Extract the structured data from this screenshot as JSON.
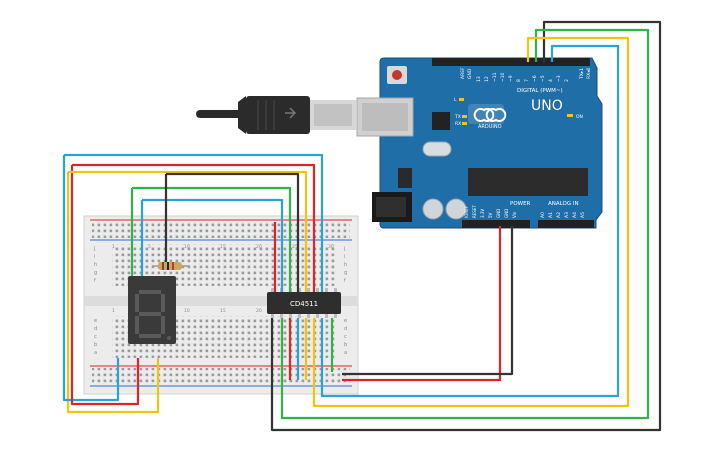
{
  "canvas": {
    "background": "#ffffff"
  },
  "colors": {
    "arduino_board": "#1f6ea8",
    "arduino_dark": "#184f7b",
    "usb_cable": "#2b2b2b",
    "usb_plug": "#c9c9c9",
    "breadboard": "#eeeeee",
    "rail_red": "#d22",
    "rail_blue": "#2a6fd6",
    "wire_blue": "#27a3d9",
    "wire_red": "#e0232a",
    "wire_yellow": "#f1c40f",
    "wire_green": "#2fb34a",
    "wire_black": "#333333",
    "display_body": "#3a3a3a",
    "segment_off": "#5a5a5a",
    "chip": "#2e2e2e",
    "resistor": "#c9a56b"
  },
  "arduino": {
    "model_label": "UNO",
    "brand_label": "ARDUINO",
    "digital_label": "DIGITAL (PWM~)",
    "power_label": "POWER",
    "analog_label": "ANALOG IN",
    "aref_label": "AREF",
    "gnd_label": "GND",
    "on_label": "ON",
    "l_label": "L",
    "tx_label": "TX",
    "rx_label": "RX",
    "txpin_label": "TX▸1",
    "rxpin_label": "RX◂0",
    "digital_pins": [
      "13",
      "12",
      "~11",
      "~10",
      "~9",
      "8",
      "7",
      "~6",
      "~5",
      "4",
      "~3",
      "2"
    ],
    "power_pins": [
      "IOREF",
      "RESET",
      "3.3V",
      "5V",
      "GND",
      "GND",
      "Vin"
    ],
    "analog_pins": [
      "A0",
      "A1",
      "A2",
      "A3",
      "A4",
      "A5"
    ]
  },
  "ic": {
    "label": "CD4511"
  },
  "breadboard": {
    "row_letters_top": [
      "j",
      "i",
      "h",
      "g",
      "f"
    ],
    "row_letters_bottom": [
      "e",
      "d",
      "c",
      "b",
      "a"
    ],
    "column_numbers": [
      "1",
      "5",
      "10",
      "15",
      "20",
      "25",
      "30"
    ]
  }
}
